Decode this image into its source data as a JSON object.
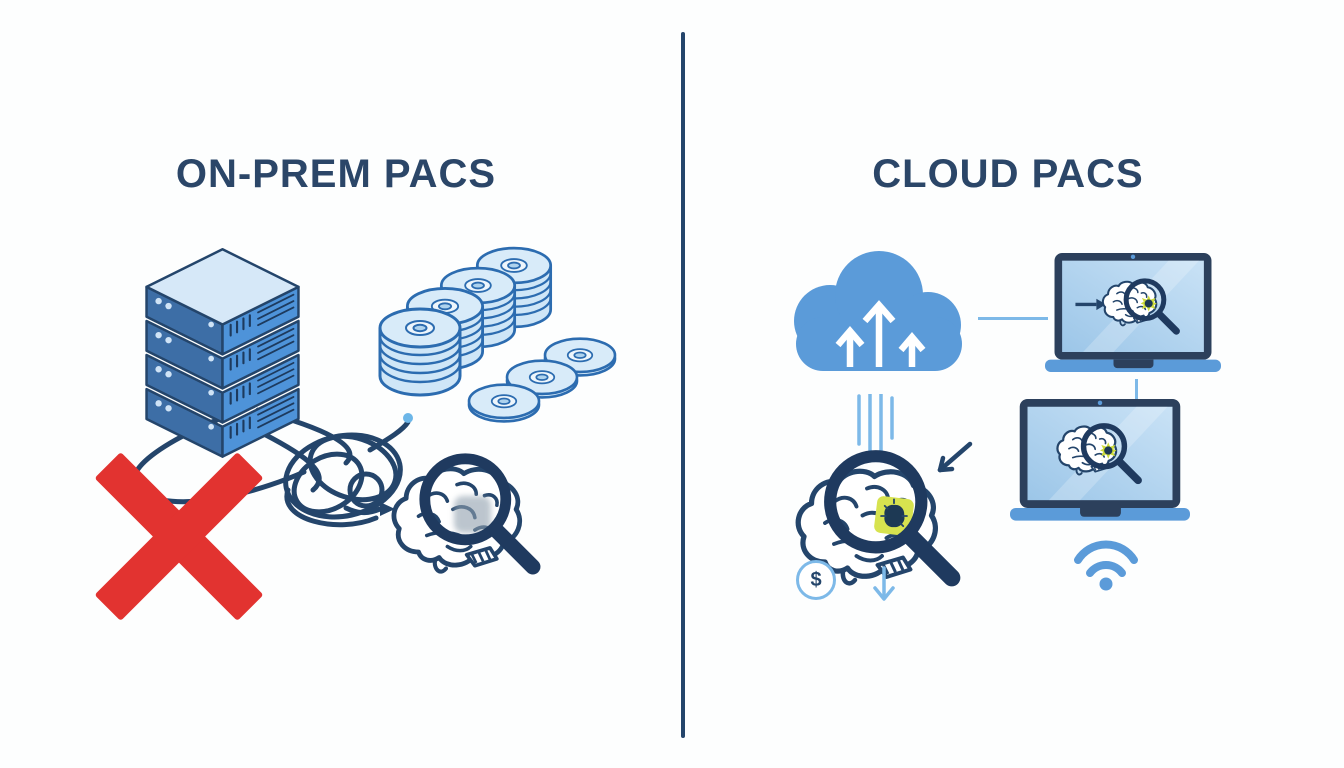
{
  "left_panel": {
    "title": "ON-PREM PACS",
    "icons": [
      "server-stack",
      "cd-archive-stacks",
      "tangled-cables",
      "rejected-red-cross",
      "brain-magnifier-blurred-finding"
    ]
  },
  "right_panel": {
    "title": "CLOUD PACS",
    "icons": [
      "cloud-upload",
      "laptop-viewer-1",
      "laptop-viewer-2",
      "brain-magnifier-highlighted-finding",
      "dollar-cost-down",
      "download-arrow",
      "wifi"
    ]
  },
  "dollar_icon": {
    "symbol": "$"
  },
  "colors": {
    "title_text": "#2b4668",
    "navy_line": "#24456b",
    "brand_blue": "#5b9bd9",
    "pale_blue": "#7db9e8",
    "screen_blue": "#aed3f0",
    "disc_fill": "#cfe6f7",
    "highlight_lime": "#cddc39",
    "cross_red": "#e23330"
  }
}
